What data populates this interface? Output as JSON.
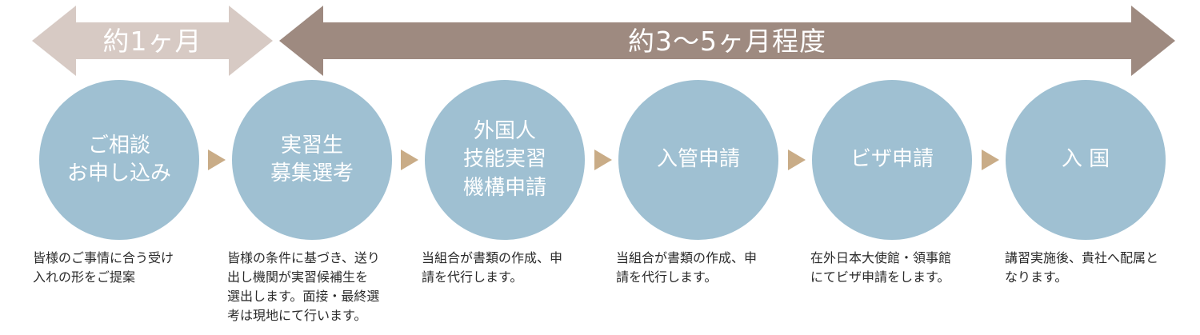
{
  "phases": {
    "first": {
      "label": "約1ヶ月",
      "color": "#d7cac4"
    },
    "second": {
      "label": "約3〜5ヶ月程度",
      "color": "#9e8a80"
    }
  },
  "circle_color": "#9fc0d2",
  "connector_color": "#c9ac87",
  "steps": [
    {
      "title_lines": [
        "ご相談",
        "お申し込み"
      ],
      "desc_lines": [
        "皆様のご事情に合う受け",
        "入れの形をご提案"
      ]
    },
    {
      "title_lines": [
        "実習生",
        "募集選考"
      ],
      "desc_lines": [
        "皆様の条件に基づき、送り",
        "出し機関が実習候補生を",
        "選出します。面接・最終選",
        "考は現地にて行います。"
      ]
    },
    {
      "title_lines": [
        "外国人",
        "技能実習",
        "機構申請"
      ],
      "desc_lines": [
        "当組合が書類の作成、申",
        "請を代行します。"
      ]
    },
    {
      "title_lines": [
        "入管申請"
      ],
      "desc_lines": [
        "当組合が書類の作成、申",
        "請を代行します。"
      ]
    },
    {
      "title_lines": [
        "ビザ申請"
      ],
      "desc_lines": [
        "在外日本大使館・領事館",
        "にてビザ申請をします。"
      ]
    },
    {
      "title_lines": [
        "入 国"
      ],
      "desc_lines": [
        "講習実施後、貴社へ配属と",
        "なります。"
      ]
    }
  ]
}
